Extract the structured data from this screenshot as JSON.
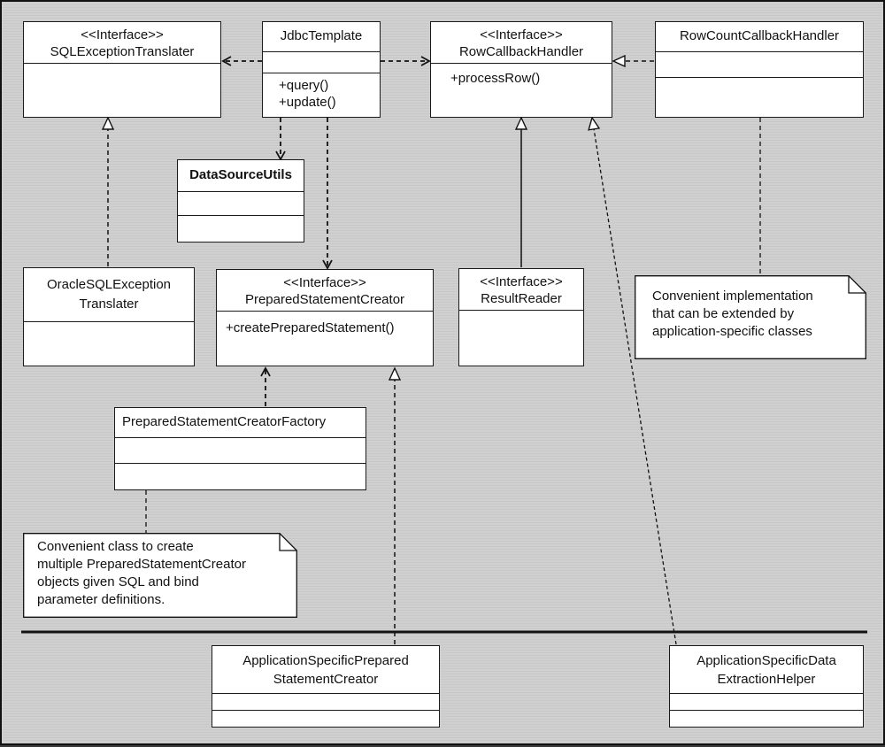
{
  "classes": {
    "sql_exception_translater": {
      "stereotype": "<<Interface>>",
      "name": "SQLExceptionTranslater"
    },
    "jdbc_template": {
      "name": "JdbcTemplate",
      "ops": [
        "+query()",
        "+update()"
      ]
    },
    "row_callback_handler": {
      "stereotype": "<<Interface>>",
      "name": "RowCallbackHandler",
      "ops": [
        "+processRow()"
      ]
    },
    "row_count_callback_handler": {
      "name": "RowCountCallbackHandler"
    },
    "data_source_utils": {
      "name": "DataSourceUtils"
    },
    "oracle_sql_exception_translater": {
      "line1": "OracleSQLException",
      "line2": "Translater"
    },
    "prepared_statement_creator": {
      "stereotype": "<<Interface>>",
      "name": "PreparedStatementCreator",
      "ops": [
        "+createPreparedStatement()"
      ]
    },
    "result_reader": {
      "stereotype": "<<Interface>>",
      "name": "ResultReader"
    },
    "prepared_statement_creator_factory": {
      "name": "PreparedStatementCreatorFactory"
    },
    "app_specific_prepared_statement_creator": {
      "line1": "ApplicationSpecificPrepared",
      "line2": "StatementCreator"
    },
    "app_specific_data_extraction_helper": {
      "line1": "ApplicationSpecificData",
      "line2": "ExtractionHelper"
    }
  },
  "notes": {
    "row_count_note": [
      "Convenient implementation",
      "that can be extended by",
      "application-specific classes"
    ],
    "factory_note": [
      "Convenient class to create",
      "multiple PreparedStatementCreator",
      "objects given SQL and bind",
      "parameter definitions."
    ]
  }
}
